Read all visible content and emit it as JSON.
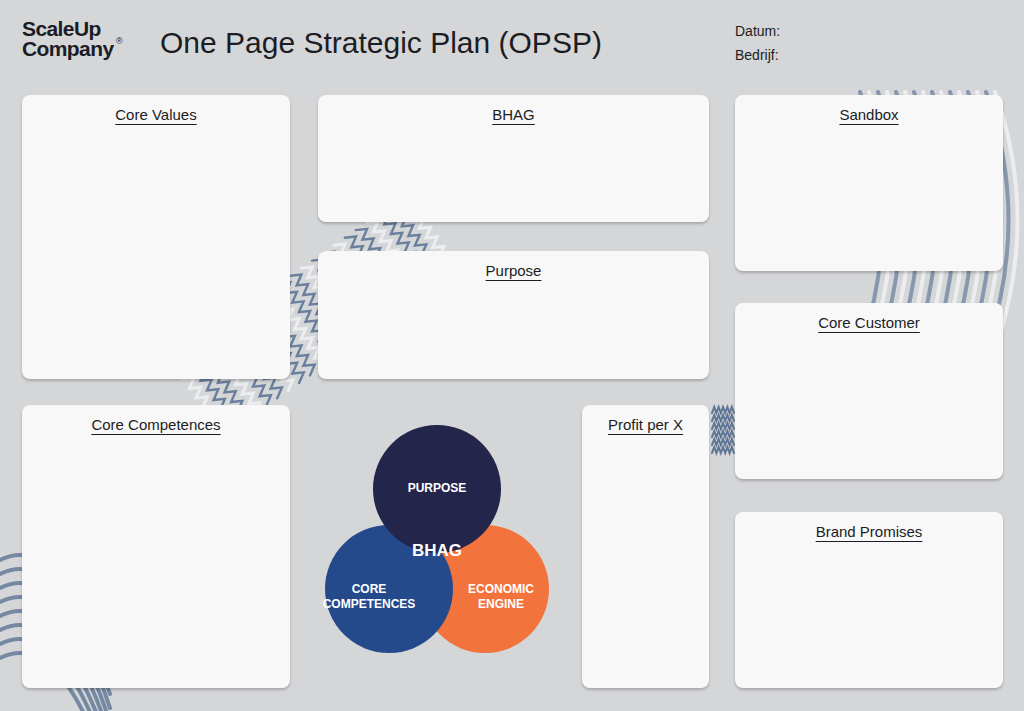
{
  "diagram": {
    "title": "One Page Strategic Plan (OPSP)",
    "nodes": [
      {
        "text": [
          "Core Values"
        ]
      },
      {
        "text": [
          "BHAG"
        ]
      },
      {
        "text": [
          "Sandbox"
        ]
      },
      {
        "text": [
          "Purpose"
        ]
      },
      {
        "text": [
          "Core Customer"
        ]
      },
      {
        "text": [
          "Core Competences"
        ]
      },
      {
        "text": [
          "Profit per X"
        ]
      },
      {
        "text": [
          "Brand Promises"
        ]
      },
      {
        "text": [
          "PURPOSE"
        ]
      },
      {
        "text": [
          "CORE COMPETENCES"
        ]
      },
      {
        "text": [
          "ECONOMIC ENGINE"
        ]
      }
    ],
    "labels": [
      "ScaleUp Company",
      "®",
      "Datum:",
      "Bedrijf:",
      "BHAG"
    ]
  }
}
